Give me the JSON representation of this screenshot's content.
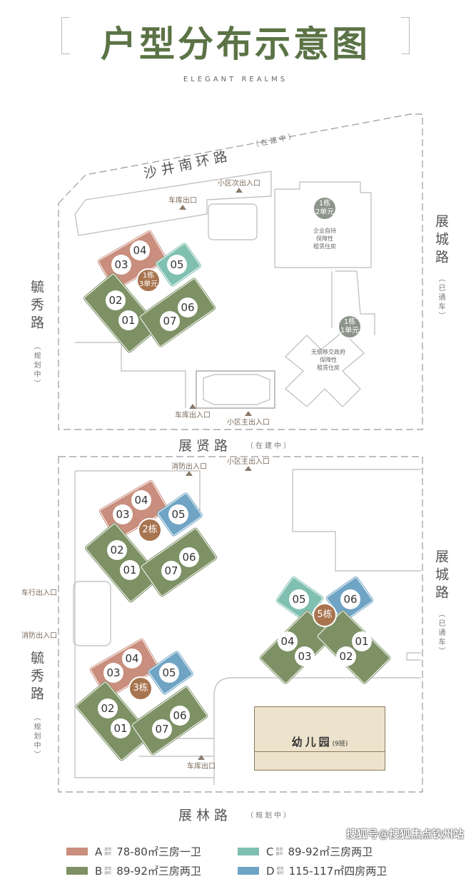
{
  "header": {
    "title": "户型分布示意图",
    "subtitle": "ELEGANT REALMS"
  },
  "upper_site": {
    "roads": {
      "top": "沙井南环路",
      "top_note": "（在建中）",
      "right": "展城路",
      "right_note": "（已通车）",
      "left": "毓秀路",
      "left_note": "（规划中）",
      "bottom": "展贤路",
      "bottom_note": "（在建中）"
    },
    "gates": [
      "车库出口",
      "小区次出入口",
      "车库出入口",
      "小区主出入口"
    ],
    "towers": [
      {
        "pin": "1栋\n2单元",
        "desc": "企业自持\n保障性\n租赁住房"
      },
      {
        "pin": "1栋\n1单元",
        "desc": "无偿移交政府\n保障性\n租赁住房"
      }
    ],
    "cluster": {
      "pin": "1栋\n3单元",
      "units": [
        "03",
        "04",
        "05",
        "02",
        "01",
        "07",
        "06"
      ]
    }
  },
  "lower_site": {
    "roads": {
      "right": "展城路",
      "right_note": "（已通车）",
      "left": "毓秀路",
      "left_note": "（规划中）",
      "bottom": "展林路",
      "bottom_note": "（规划中）"
    },
    "gates": [
      "消防出入口",
      "小区主出入口",
      "车行出入口",
      "消防出入口",
      "车库出口"
    ],
    "clusters": [
      {
        "pin": "2栋",
        "units": [
          "03",
          "04",
          "05",
          "02",
          "01",
          "07",
          "06"
        ]
      },
      {
        "pin": "3栋",
        "units": [
          "03",
          "04",
          "05",
          "02",
          "01",
          "07",
          "06"
        ]
      },
      {
        "pin": "5栋",
        "units": [
          "05",
          "06",
          "04",
          "03",
          "01",
          "02"
        ]
      }
    ],
    "kindergarten": {
      "name": "幼儿园",
      "note": "(9班)"
    }
  },
  "legend": [
    {
      "letter": "A",
      "small": "建筑面积",
      "area": "78-80㎡",
      "type": "三房一卫",
      "color": "#c98e7d"
    },
    {
      "letter": "B",
      "small": "建筑面积",
      "area": "89-92㎡",
      "type": "三房两卫",
      "color": "#7d9165"
    },
    {
      "letter": "C",
      "small": "建筑面积",
      "area": "89-92㎡",
      "type": "三房两卫",
      "color": "#80c0b0"
    },
    {
      "letter": "D",
      "small": "建筑面积",
      "area": "115-117㎡",
      "type": "四房两卫",
      "color": "#6fa4c4"
    }
  ],
  "watermark": "搜狐号@搜狐焦点钦州站",
  "colors": {
    "pin_brown": "#a8744f",
    "pin_grey": "#8d958a",
    "title": "#5b7345",
    "kinder": "#ede3cc"
  }
}
